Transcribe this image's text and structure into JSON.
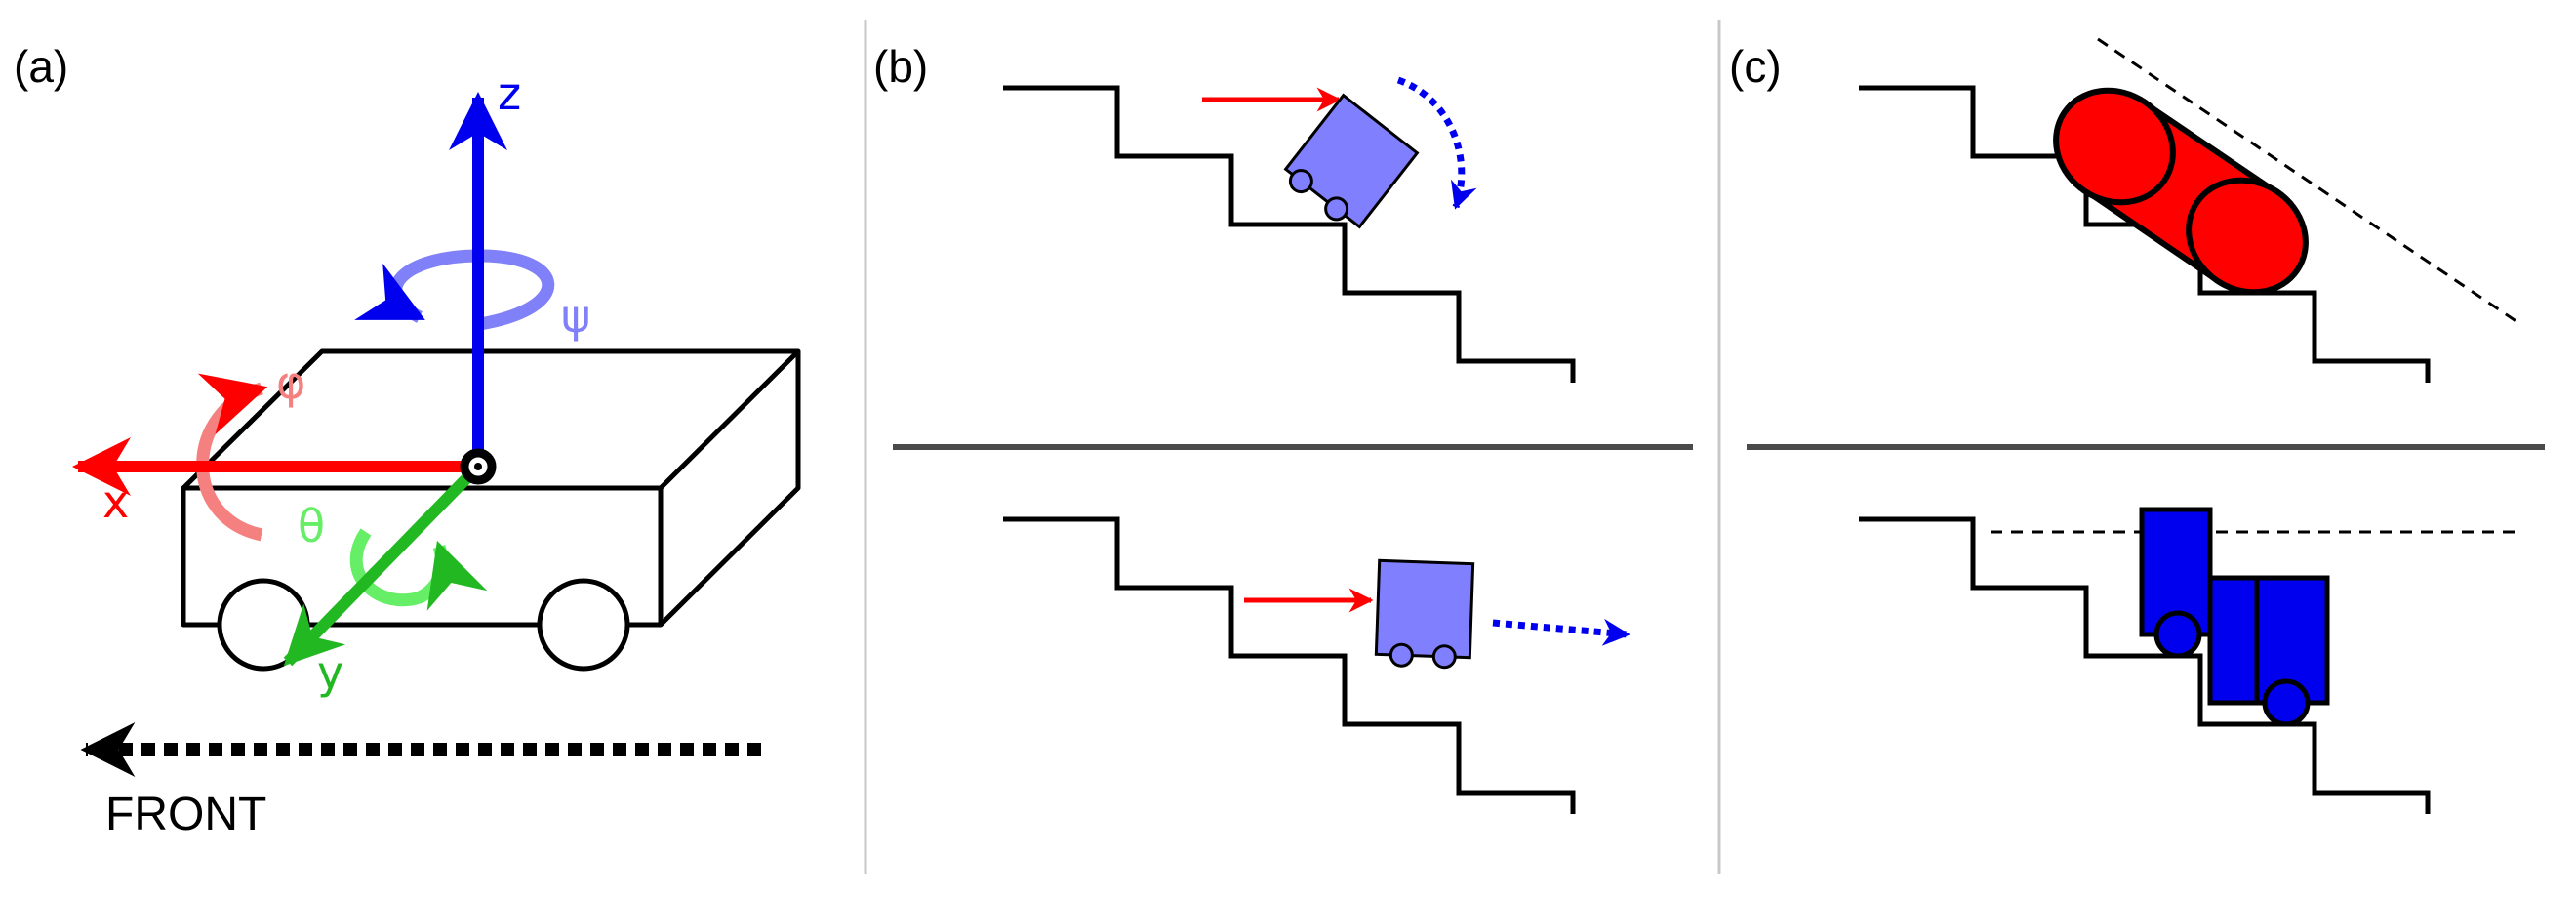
{
  "panels": {
    "a": {
      "label": "(a)",
      "axes": {
        "x": {
          "label": "x",
          "color": "#ff0000",
          "rotation": "φ",
          "rotation_color": "#f58080"
        },
        "y": {
          "label": "y",
          "color": "#22b822",
          "rotation": "θ",
          "rotation_color": "#66ee66"
        },
        "z": {
          "label": "z",
          "color": "#0000ee",
          "rotation": "ψ",
          "rotation_color": "#8080f8"
        }
      },
      "front_label": "FRONT"
    },
    "b": {
      "label": "(b)"
    },
    "c": {
      "label": "(c)"
    }
  },
  "colors": {
    "robot_fill": "#8080ff",
    "robot_dark": "#0000ee",
    "cylinder": "#ff0000",
    "push_arrow": "#ff0000",
    "motion_arrow": "#0000ee",
    "separator": "#4a4a4a",
    "divider": "#c8c8c8"
  }
}
